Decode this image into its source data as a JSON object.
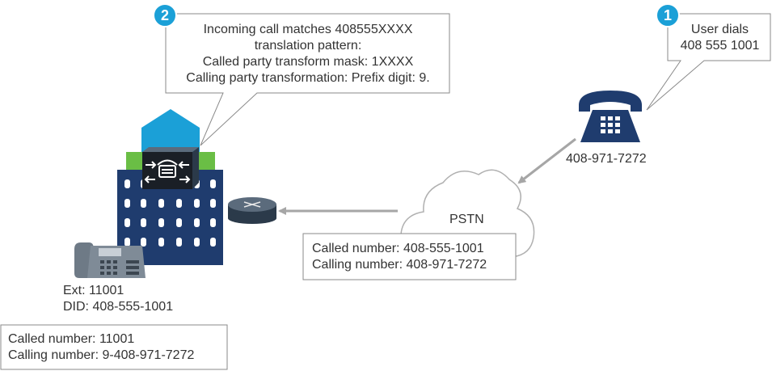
{
  "colors": {
    "badge": "#1ba0d7",
    "phone": "#1f3c6e",
    "building": "#1f3c6e",
    "roof": "#1ba0d7",
    "band": "#6abe45",
    "box_border": "#8a8a8a",
    "arrow": "#a6a6a6",
    "cloud_fill": "#ffffff",
    "cloud_stroke": "#b0b0b0"
  },
  "step1": {
    "badge": "1",
    "line1": "User dials",
    "line2": "408 555 1001"
  },
  "step2": {
    "badge": "2",
    "line1": "Incoming call matches 408555XXXX",
    "line2": "translation pattern:",
    "line3": "Called party transform mask: 1XXXX",
    "line4": "Calling party transformation: Prefix digit: 9."
  },
  "caller": {
    "icon": "desk-phone-icon",
    "number": "408-971-7272"
  },
  "pstn": {
    "icon": "cloud-icon",
    "label": "PSTN",
    "called": "Called number: 408-555-1001",
    "calling": "Calling number: 408-971-7272"
  },
  "site": {
    "building_icon": "building-icon",
    "router_icon": "router-icon",
    "gateway_icon": "call-manager-icon",
    "ip_phone_icon": "ip-phone-icon",
    "ext": "Ext: 11001",
    "did": "DID: 408-555-1001"
  },
  "result": {
    "called": "Called number:  11001",
    "calling": "Calling number: 9-408-971-7272"
  }
}
